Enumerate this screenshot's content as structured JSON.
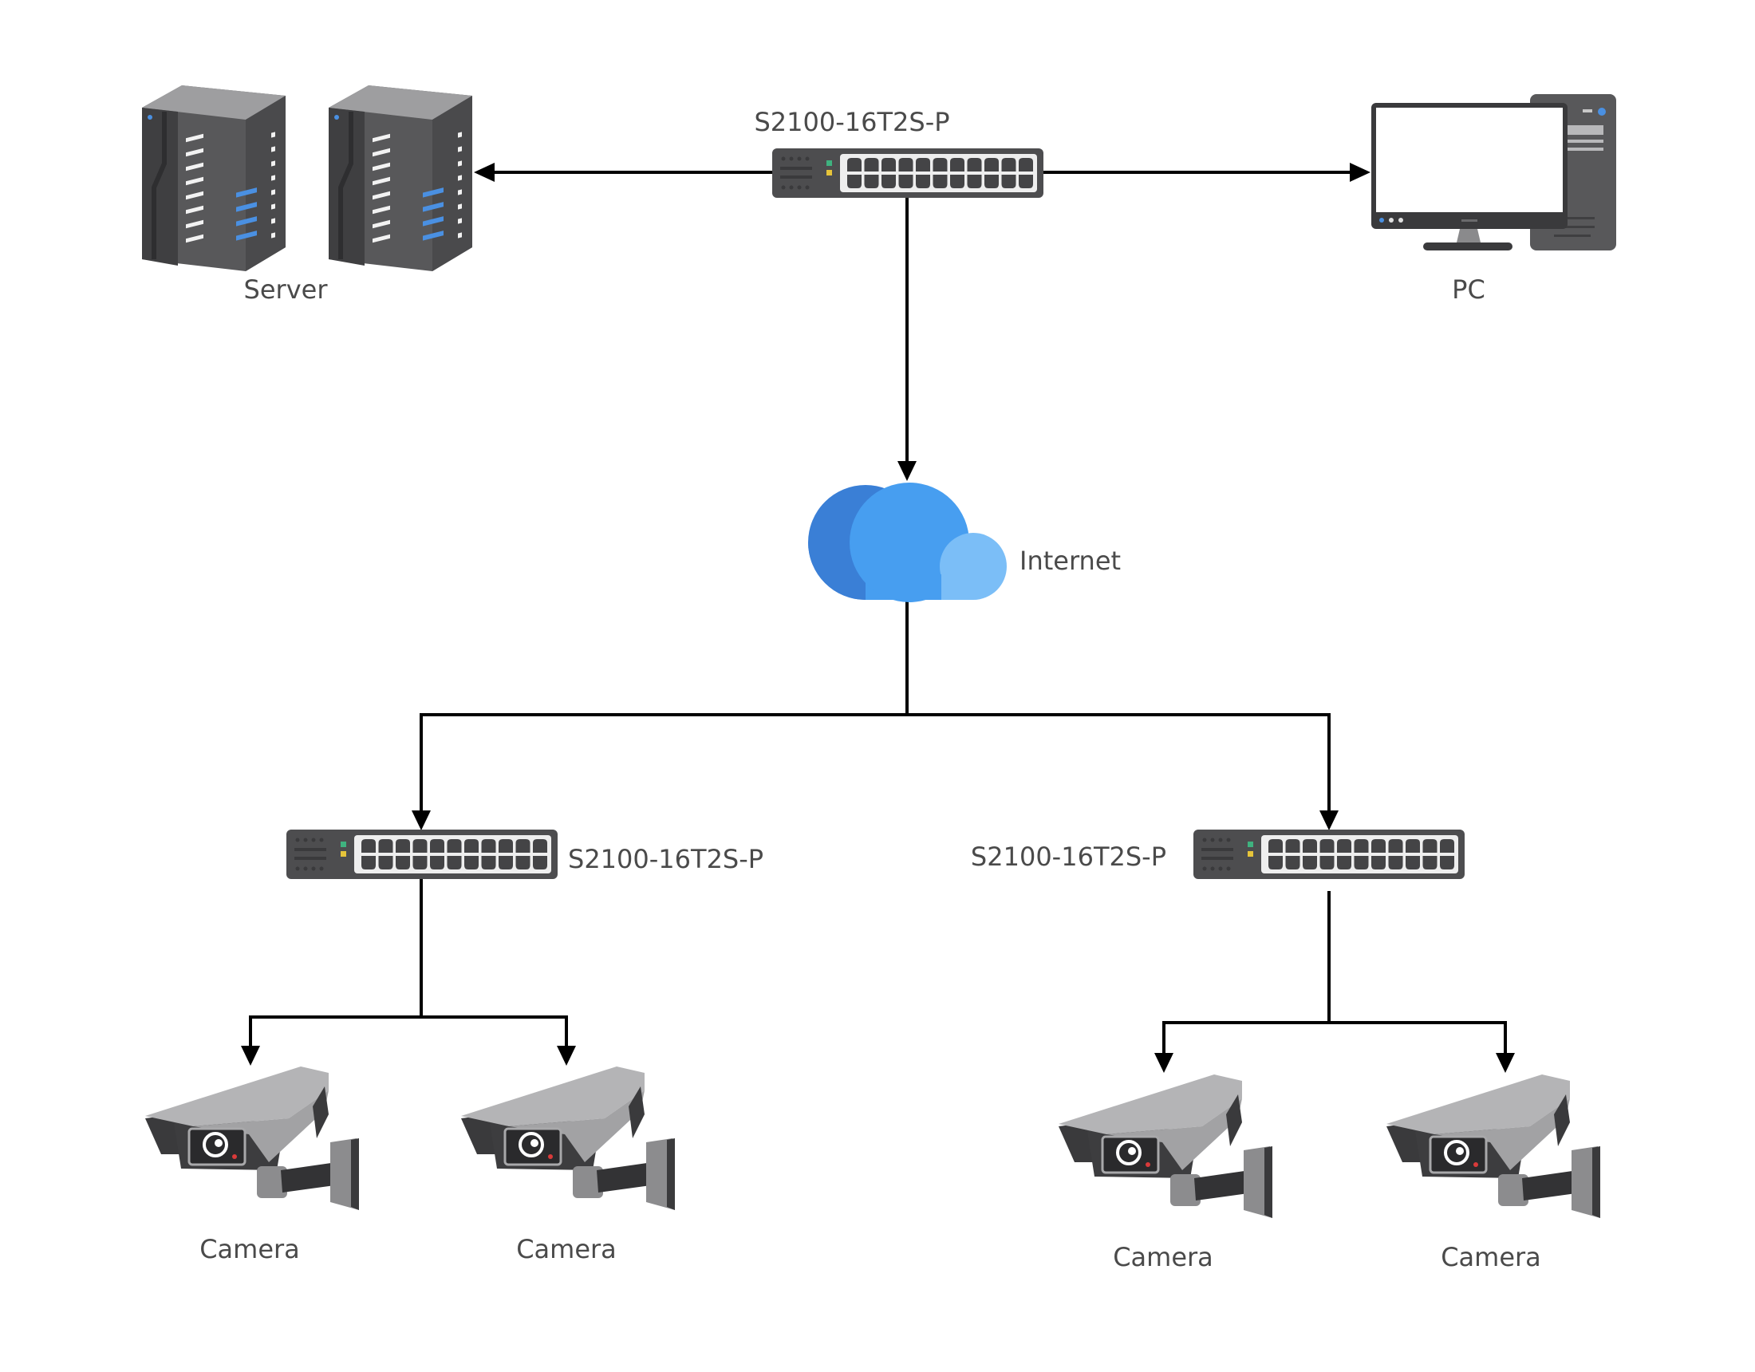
{
  "diagram": {
    "type": "network-topology",
    "colors": {
      "line": "#000000",
      "label": "#4a4a4a",
      "device_dark": "#4d4d4f",
      "device_light": "#eeeeee",
      "cloud_dark": "#3a7fd6",
      "cloud_mid": "#479ef0",
      "cloud_light": "#7bbef7",
      "led_green": "#3fb27f",
      "led_yellow": "#e6c43a",
      "server_accent": "#4a90e2",
      "camera_body": "#b4b4b6",
      "camera_led": "#d93a3a"
    },
    "nodes": {
      "core_switch": {
        "label": "S2100-16T2S-P",
        "kind": "switch"
      },
      "servers": {
        "label": "Server",
        "kind": "server",
        "count": 2
      },
      "pc": {
        "label": "PC",
        "kind": "pc"
      },
      "internet": {
        "label": "Internet",
        "kind": "cloud"
      },
      "switch_left": {
        "label": "S2100-16T2S-P",
        "kind": "switch"
      },
      "switch_right": {
        "label": "S2100-16T2S-P",
        "kind": "switch"
      },
      "cameras": [
        {
          "label": "Camera",
          "kind": "camera",
          "parent": "switch_left"
        },
        {
          "label": "Camera",
          "kind": "camera",
          "parent": "switch_left"
        },
        {
          "label": "Camera",
          "kind": "camera",
          "parent": "switch_right"
        },
        {
          "label": "Camera",
          "kind": "camera",
          "parent": "switch_right"
        }
      ]
    },
    "edges": [
      {
        "from": "core_switch",
        "to": "servers"
      },
      {
        "from": "core_switch",
        "to": "pc"
      },
      {
        "from": "core_switch",
        "to": "internet"
      },
      {
        "from": "internet",
        "to": "switch_left"
      },
      {
        "from": "internet",
        "to": "switch_right"
      },
      {
        "from": "switch_left",
        "to": "camera_1"
      },
      {
        "from": "switch_left",
        "to": "camera_2"
      },
      {
        "from": "switch_right",
        "to": "camera_3"
      },
      {
        "from": "switch_right",
        "to": "camera_4"
      }
    ]
  }
}
